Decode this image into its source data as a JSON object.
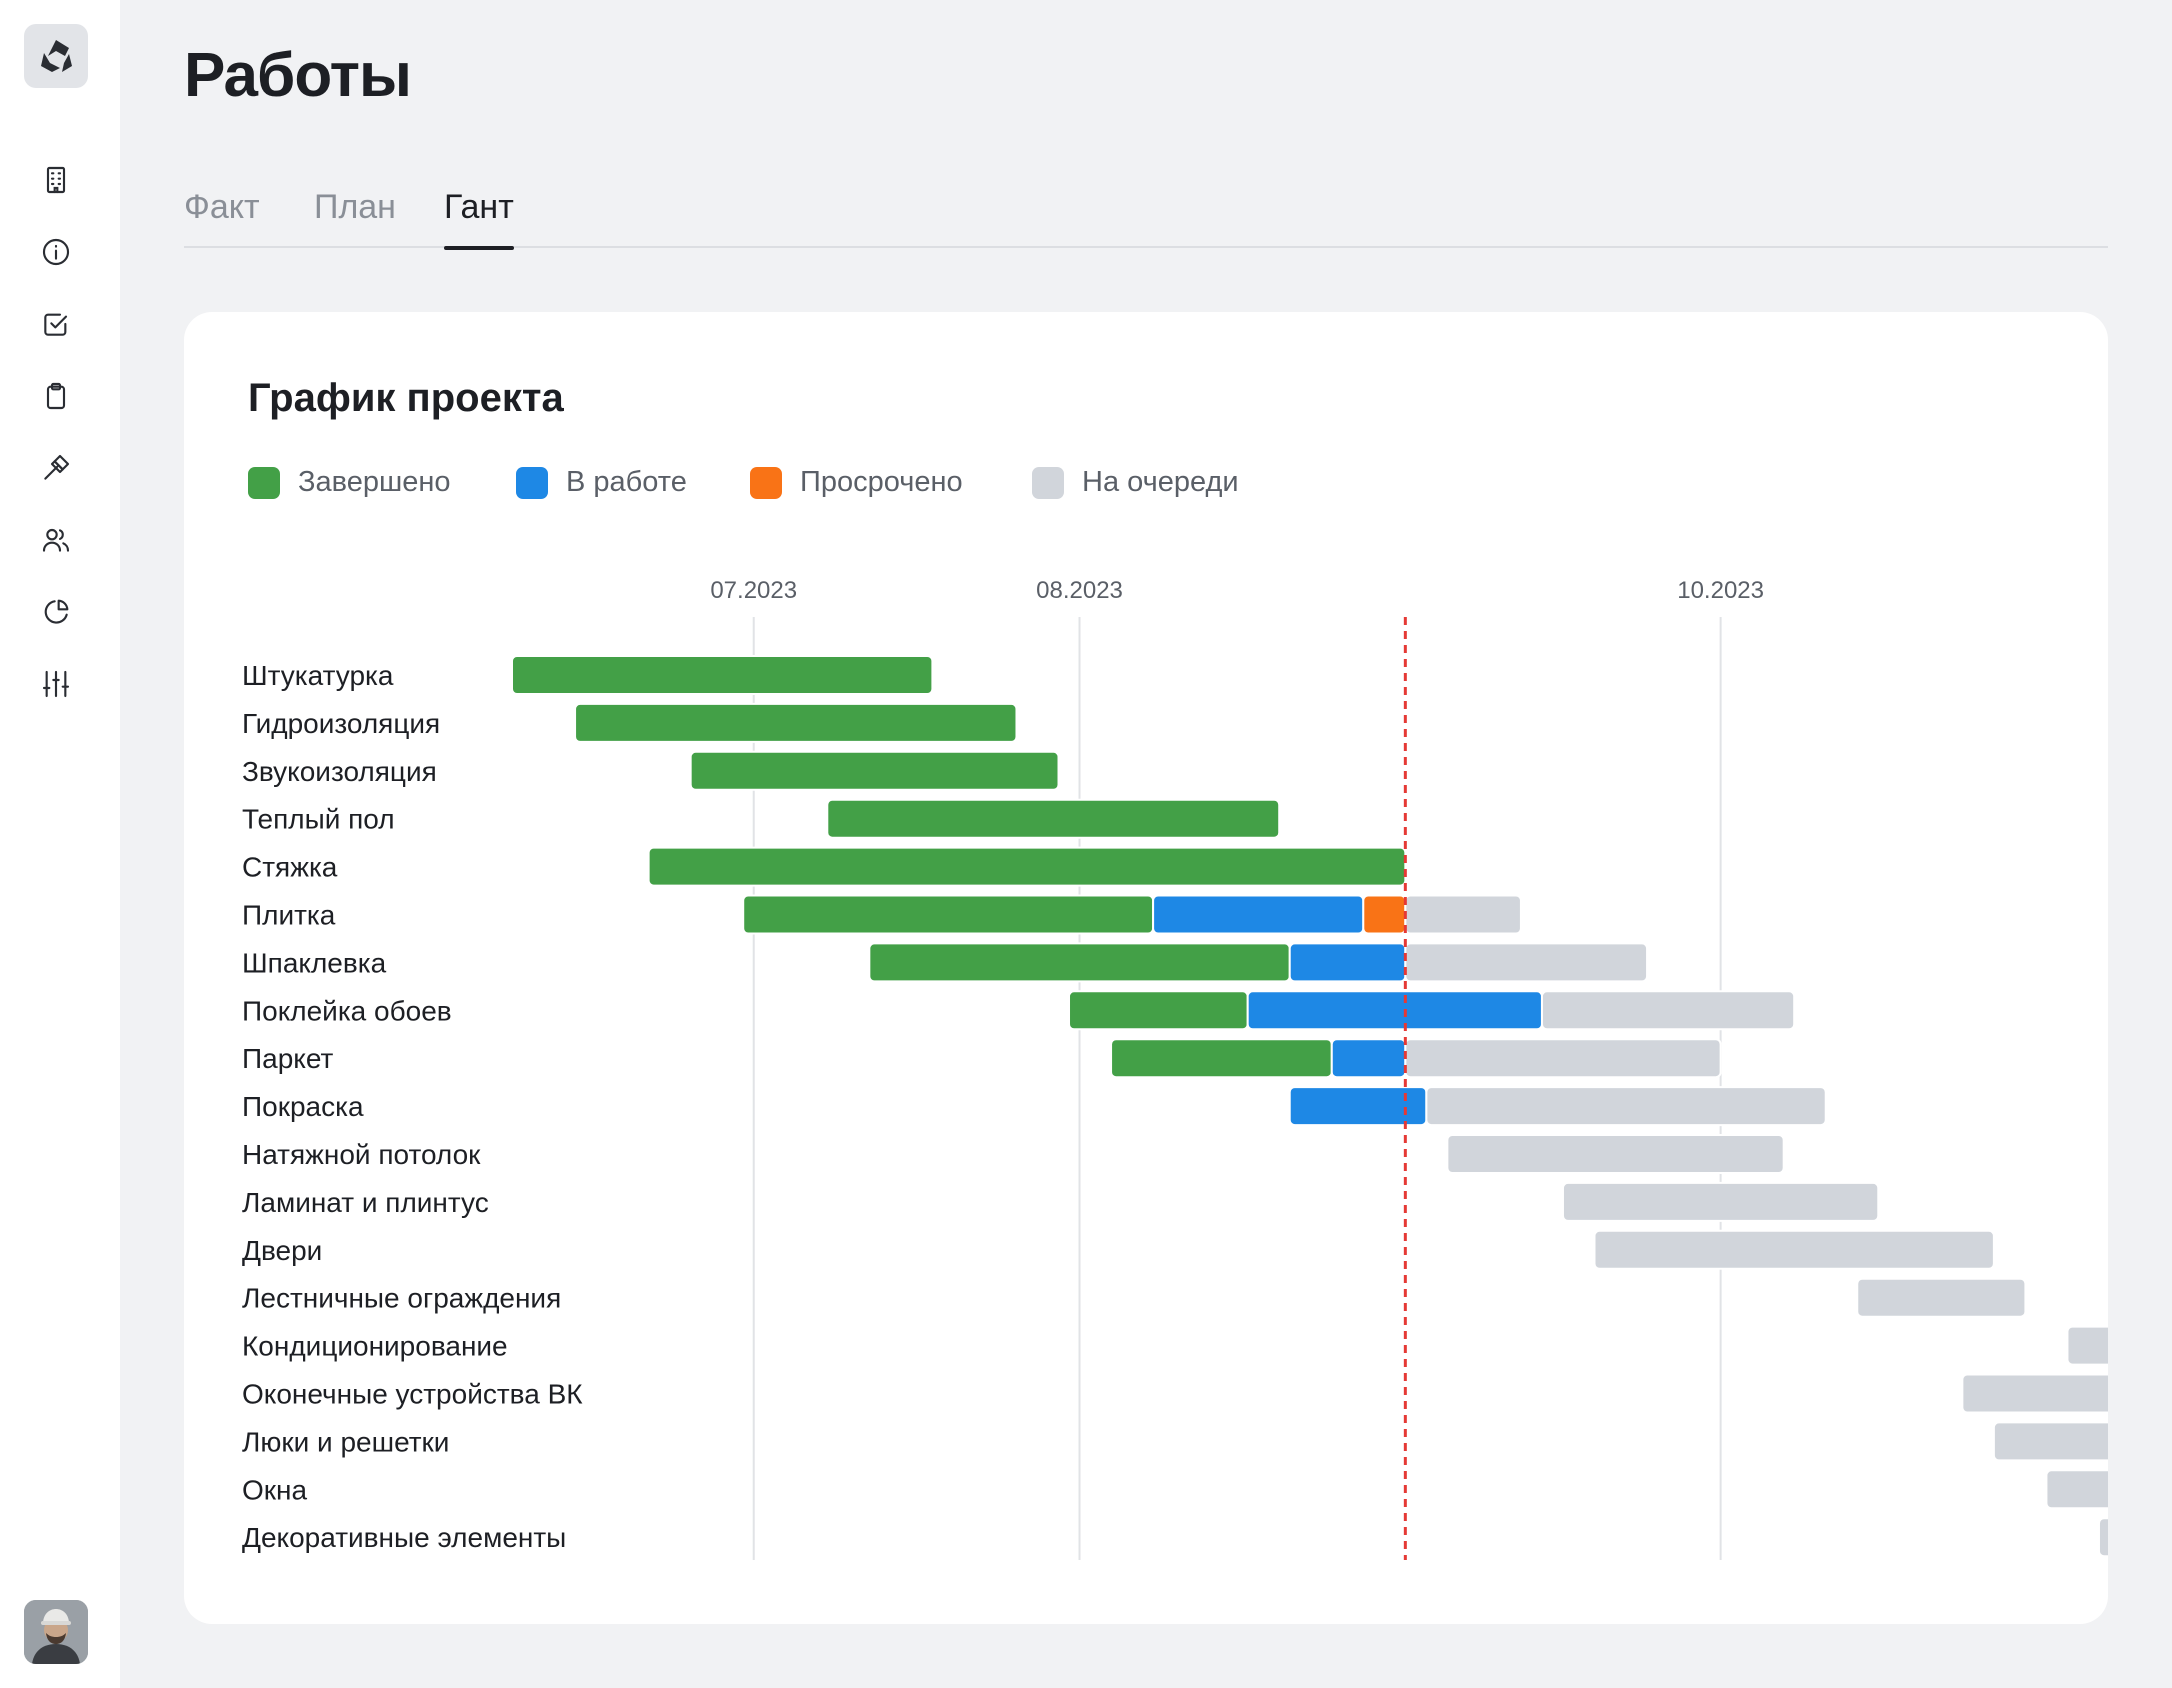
{
  "sidebar": {
    "logo_icon": "company-logo-icon",
    "items": [
      {
        "name": "building",
        "icon": "building-icon"
      },
      {
        "name": "info",
        "icon": "info-icon"
      },
      {
        "name": "tasks",
        "icon": "checkbox-icon"
      },
      {
        "name": "clipboard",
        "icon": "clipboard-icon"
      },
      {
        "name": "tools",
        "icon": "hammer-icon"
      },
      {
        "name": "people",
        "icon": "users-icon"
      },
      {
        "name": "reports",
        "icon": "pie-chart-icon"
      },
      {
        "name": "settings",
        "icon": "sliders-icon"
      }
    ],
    "avatar_icon": "user-avatar"
  },
  "page": {
    "title": "Работы"
  },
  "tabs": [
    {
      "label": "Факт",
      "active": false
    },
    {
      "label": "План",
      "active": false
    },
    {
      "label": "Гант",
      "active": true
    }
  ],
  "card": {
    "title": "График проекта"
  },
  "legend": [
    {
      "label": "Завершено",
      "status": "done",
      "color": "#43a047"
    },
    {
      "label": "В работе",
      "status": "progress",
      "color": "#1e88e5"
    },
    {
      "label": "Просрочено",
      "status": "overdue",
      "color": "#f97316"
    },
    {
      "label": "На очереди",
      "status": "queued",
      "color": "#d1d5db"
    }
  ],
  "chart_data": {
    "type": "gantt",
    "x_ticks": [
      "07.2023",
      "08.2023",
      "10.2023"
    ],
    "x_range": [
      "2023-06-08",
      "2023-11-08"
    ],
    "today": "2023-09-01",
    "rows": [
      {
        "label": "Штукатурка",
        "segments": [
          {
            "start": "2023-06-08",
            "end": "2023-07-18",
            "status": "done"
          }
        ]
      },
      {
        "label": "Гидроизоляция",
        "segments": [
          {
            "start": "2023-06-14",
            "end": "2023-07-26",
            "status": "done"
          }
        ]
      },
      {
        "label": "Звукоизоляция",
        "segments": [
          {
            "start": "2023-06-25",
            "end": "2023-07-30",
            "status": "done"
          }
        ]
      },
      {
        "label": "Теплый пол",
        "segments": [
          {
            "start": "2023-07-08",
            "end": "2023-08-20",
            "status": "done"
          }
        ]
      },
      {
        "label": "Стяжка",
        "segments": [
          {
            "start": "2023-06-21",
            "end": "2023-09-01",
            "status": "done"
          }
        ]
      },
      {
        "label": "Плитка",
        "segments": [
          {
            "start": "2023-06-30",
            "end": "2023-08-08",
            "status": "done"
          },
          {
            "start": "2023-08-08",
            "end": "2023-08-28",
            "status": "progress"
          },
          {
            "start": "2023-08-28",
            "end": "2023-09-01",
            "status": "overdue"
          },
          {
            "start": "2023-09-01",
            "end": "2023-09-12",
            "status": "queued"
          }
        ]
      },
      {
        "label": "Шпаклевка",
        "segments": [
          {
            "start": "2023-07-12",
            "end": "2023-08-21",
            "status": "done"
          },
          {
            "start": "2023-08-21",
            "end": "2023-09-01",
            "status": "progress"
          },
          {
            "start": "2023-09-01",
            "end": "2023-09-24",
            "status": "queued"
          }
        ]
      },
      {
        "label": "Поклейка обоев",
        "segments": [
          {
            "start": "2023-07-31",
            "end": "2023-08-17",
            "status": "done"
          },
          {
            "start": "2023-08-17",
            "end": "2023-09-14",
            "status": "progress"
          },
          {
            "start": "2023-09-14",
            "end": "2023-10-08",
            "status": "queued"
          }
        ]
      },
      {
        "label": "Паркет",
        "segments": [
          {
            "start": "2023-08-04",
            "end": "2023-08-25",
            "status": "done"
          },
          {
            "start": "2023-08-25",
            "end": "2023-09-01",
            "status": "progress"
          },
          {
            "start": "2023-09-01",
            "end": "2023-10-01",
            "status": "queued"
          }
        ]
      },
      {
        "label": "Покраска",
        "segments": [
          {
            "start": "2023-08-21",
            "end": "2023-09-03",
            "status": "progress"
          },
          {
            "start": "2023-09-03",
            "end": "2023-10-11",
            "status": "queued"
          }
        ]
      },
      {
        "label": "Натяжной потолок",
        "segments": [
          {
            "start": "2023-09-05",
            "end": "2023-10-07",
            "status": "queued"
          }
        ]
      },
      {
        "label": "Ламинат и плинтус",
        "segments": [
          {
            "start": "2023-09-16",
            "end": "2023-10-16",
            "status": "queued"
          }
        ]
      },
      {
        "label": "Двери",
        "segments": [
          {
            "start": "2023-09-19",
            "end": "2023-10-27",
            "status": "queued"
          }
        ]
      },
      {
        "label": "Лестничные ограждения",
        "segments": [
          {
            "start": "2023-10-14",
            "end": "2023-10-30",
            "status": "queued"
          }
        ]
      },
      {
        "label": "Кондиционирование",
        "segments": [
          {
            "start": "2023-11-03",
            "end": "2023-11-08",
            "status": "queued"
          }
        ]
      },
      {
        "label": "Оконечные устройства ВК",
        "segments": [
          {
            "start": "2023-10-24",
            "end": "2023-11-08",
            "status": "queued"
          }
        ]
      },
      {
        "label": "Люки и решетки",
        "segments": [
          {
            "start": "2023-10-27",
            "end": "2023-11-08",
            "status": "queued"
          }
        ]
      },
      {
        "label": "Окна",
        "segments": [
          {
            "start": "2023-11-01",
            "end": "2023-11-08",
            "status": "queued"
          }
        ]
      },
      {
        "label": "Декоративные элементы",
        "segments": [
          {
            "start": "2023-11-06",
            "end": "2023-11-08",
            "status": "queued"
          }
        ]
      }
    ]
  }
}
